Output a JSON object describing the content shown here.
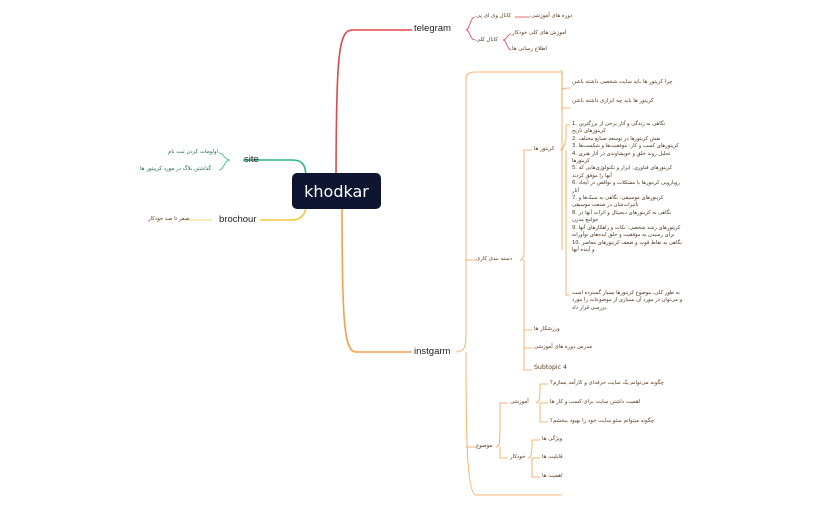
{
  "root": "khodkar",
  "branches": {
    "telegram": {
      "label": "telegram",
      "children": {
        "channel_ip": {
          "label": "کانال وی ای پی",
          "child": "دوره های آموزشی"
        },
        "channel_general": {
          "label": "کانال کلی",
          "children": [
            "آموزش های کلی خودکار",
            "اطلاع رسانی ها"
          ]
        }
      }
    },
    "site": {
      "label": "site",
      "children": [
        "اولومات کردن ثبت نام",
        "گذاشتن بلاگ در مورد کرییتور ها"
      ]
    },
    "brochour": {
      "label": "brochour",
      "children": [
        "صفر تا صد خودکار"
      ]
    },
    "instgarm": {
      "label": "instgarm",
      "top_items": [
        "چرا کریتور ها باید سایت شخصی داشته باشن",
        "کریتور ها باید چه ابزاری داشته باشن"
      ],
      "categorization": {
        "label": "دسته بندی کاری",
        "creators": {
          "label": "کریتور ها",
          "list": [
            "1. نگاهی به زندگی و آثار برخی از بزرگترین",
            "کریتورهای تاریخ",
            "2. نقش کریتورها در توسعه صنایع مختلف",
            "3. کریتورهای کسب و کار: موفقیت‌ها و شکست‌ها",
            "4. تحلیل روند خلق و خویشاوندی در آثار هنری",
            "کریتورها",
            "5. کریتورهای فناوری: ابزار و تکنولوژی‌هایی که",
            "آنها را موفق کردند",
            "6. رویارویی کریتورها با مشکلات و نواقص در ایجاد",
            "آثار",
            "7. کریتورهای موسیقی: نگاهی به سبک‌ها و",
            "تأثیرات‌شان در صنعت موسیقی",
            "8. نگاهی به کریتورهای دیجیتال و اثرات آنها در",
            "جوامع مدرن",
            "9. کریتورهای رشد شخصی: نکات و راهکارهای آنها",
            "برای رسیدن به موفقیت و خلق ایده‌های نوآورانه",
            "10. نگاهی به نقاط قوت و ضعف کریتورهای معاصر",
            "و آینده آنها"
          ],
          "summary": [
            "به طور کلی، موضوع کریتورها بسیار گسترده است",
            "و می‌توان در مورد آن بسیاری از موضوعات را مورد",
            "بررسی قرار داد."
          ]
        },
        "others": [
          "ورزشکار ها",
          "مدرس دوره های آموزشی",
          "Subtopic 4"
        ]
      },
      "topic": {
        "label": "موضوع",
        "educational": {
          "label": "آموزشی",
          "items": [
            "چگونه می‌توانم یک سایت حرفه‌ای و کارآمد بسازم؟",
            "اهمیت داشتن سایت برای کسب و کار ها",
            "چگونه میتوانم سئو سایت خود را بهبود ببخشم؟"
          ]
        },
        "khodkar": {
          "label": "خودکار",
          "items": [
            "ویژگی ها",
            "قابلیت ها",
            "اهمیت ها"
          ]
        }
      }
    }
  },
  "colors": {
    "root_bg": "#0d1530",
    "telegram": "#e0474c",
    "site": "#2bb48a",
    "brochour": "#f2c744",
    "instgarm": "#f5a04a"
  }
}
